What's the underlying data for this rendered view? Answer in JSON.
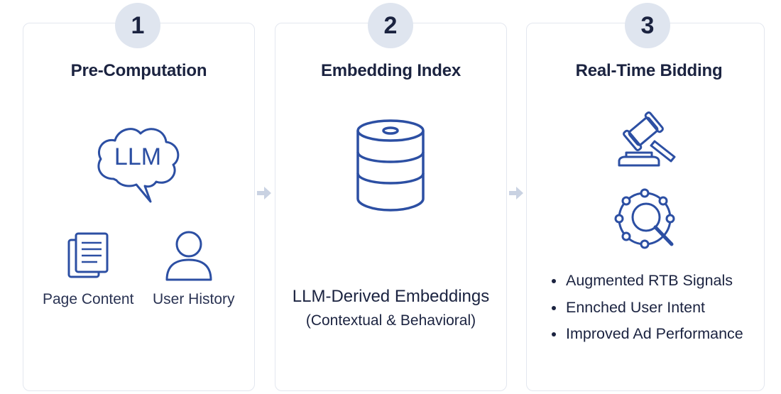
{
  "steps": [
    {
      "number": "1",
      "title": "Pre-Computation"
    },
    {
      "number": "2",
      "title": "Embedding Index"
    },
    {
      "number": "3",
      "title": "Real-Time Bidding"
    }
  ],
  "step1": {
    "llm_icon_text": "LLM",
    "page_content_label": "Page Content",
    "user_history_label": "User History"
  },
  "step2": {
    "line1": "LLM-Derived Embeddings",
    "line2": "(Contextual & Behavioral)"
  },
  "step3": {
    "bullets": [
      "Augmented RTB Signals",
      "Ennched User Intent",
      "Improved Ad Performance"
    ]
  },
  "colors": {
    "icon_stroke": "#2c4fa3",
    "badge_bg": "#dfe5ef",
    "panel_border": "#e3e7ef",
    "arrow": "#c9d2e2",
    "text": "#1b2340"
  }
}
